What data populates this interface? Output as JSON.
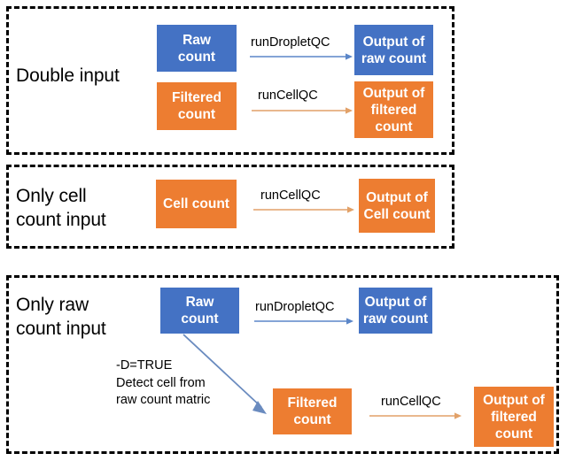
{
  "diagram": {
    "title_colors": {
      "blue": "#4472C4",
      "orange": "#ED7D31",
      "border": "#000000",
      "blue_arrow": "#5B86C8",
      "orange_arrow": "#E2A168",
      "diagonal_arrow": "#6A8BBF"
    },
    "panels": [
      {
        "id": "double-input",
        "label": "Double input",
        "nodes": [
          {
            "id": "raw-count",
            "text": "Raw\ncount",
            "color": "blue"
          },
          {
            "id": "output-raw-count",
            "text": "Output of\nraw count",
            "color": "blue"
          },
          {
            "id": "filtered-count",
            "text": "Filtered\ncount",
            "color": "orange"
          },
          {
            "id": "output-filtered-count",
            "text": "Output of\nfiltered\ncount",
            "color": "orange"
          }
        ],
        "edges": [
          {
            "id": "run-droplet-qc",
            "label": "runDropletQC",
            "color": "blue"
          },
          {
            "id": "run-cell-qc",
            "label": "runCellQC",
            "color": "orange"
          }
        ]
      },
      {
        "id": "only-cell-count-input",
        "label": "Only cell\ncount input",
        "nodes": [
          {
            "id": "cell-count",
            "text": "Cell count",
            "color": "orange"
          },
          {
            "id": "output-cell-count",
            "text": "Output of\nCell count",
            "color": "orange"
          }
        ],
        "edges": [
          {
            "id": "run-cell-qc",
            "label": "runCellQC",
            "color": "orange"
          }
        ]
      },
      {
        "id": "only-raw-count-input",
        "label": "Only raw\ncount input",
        "nodes": [
          {
            "id": "raw-count",
            "text": "Raw\ncount",
            "color": "blue"
          },
          {
            "id": "output-raw-count",
            "text": "Output of\nraw count",
            "color": "blue"
          },
          {
            "id": "filtered-count",
            "text": "Filtered\ncount",
            "color": "orange"
          },
          {
            "id": "output-filtered-count",
            "text": "Output of\nfiltered\ncount",
            "color": "orange"
          }
        ],
        "edges": [
          {
            "id": "run-droplet-qc",
            "label": "runDropletQC",
            "color": "blue"
          },
          {
            "id": "run-cell-qc",
            "label": "runCellQC",
            "color": "orange"
          },
          {
            "id": "detect-cell",
            "label": "-D=TRUE\nDetect cell from\nraw count matric",
            "color": "black"
          }
        ]
      }
    ]
  }
}
